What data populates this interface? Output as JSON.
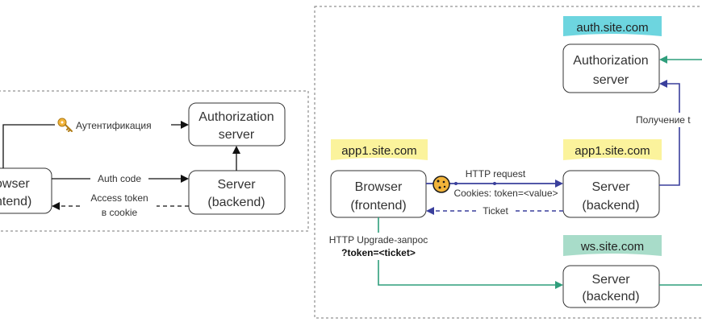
{
  "left_panel": {
    "key_step": "Аутентификация",
    "auth_server": {
      "line1": "Authorization",
      "line2": "server"
    },
    "browser": {
      "line1": "owser",
      "line2": "ntend)"
    },
    "server": {
      "line1": "Server",
      "line2": "(backend)"
    },
    "auth_code": "Auth code",
    "access_token_1": "Access token",
    "access_token_2": "в cookie"
  },
  "right_panel": {
    "tags": {
      "auth": "auth.site.com",
      "app1_left": "app1.site.com",
      "app1_right": "app1.site.com",
      "ws": "ws.site.com"
    },
    "auth_server": {
      "line1": "Authorization",
      "line2": "server"
    },
    "browser": {
      "line1": "Browser",
      "line2": "(frontend)"
    },
    "server_app": {
      "line1": "Server",
      "line2": "(backend)"
    },
    "server_ws": {
      "line1": "Server",
      "line2": "(backend)"
    },
    "http_request": "HTTP request",
    "cookies": "Cookies: token=<value>",
    "ticket": "Ticket",
    "upgrade_1": "HTTP Upgrade-запрос",
    "upgrade_2": "?token=<ticket>",
    "receiving": "Получение t"
  },
  "colors": {
    "blue": "#3a3f9c",
    "green": "#2f9e7c",
    "yellow_tag": "#fbf39c",
    "cyan_tag": "#6dd5df",
    "green_tag": "#a8dcc9",
    "cookie": "#f2b43a"
  }
}
